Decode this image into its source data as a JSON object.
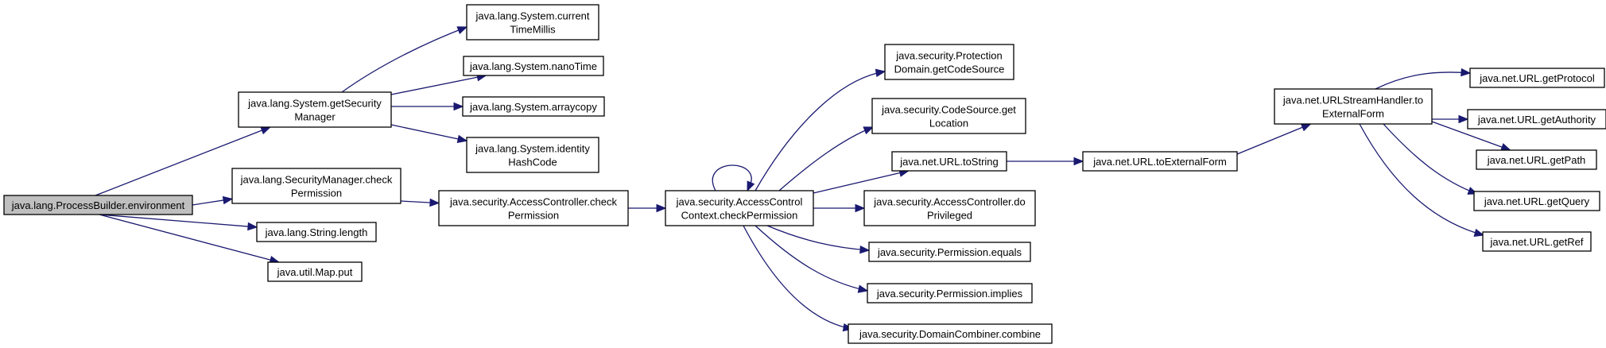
{
  "graph": {
    "root": "java.lang.ProcessBuilder.environment",
    "nodes": [
      {
        "id": "pb_env",
        "lines": [
          "java.lang.ProcessBuilder.environment"
        ],
        "root": true
      },
      {
        "id": "sys_getsm",
        "lines": [
          "java.lang.System.getSecurity",
          "Manager"
        ]
      },
      {
        "id": "sm_checkperm",
        "lines": [
          "java.lang.SecurityManager.check",
          "Permission"
        ]
      },
      {
        "id": "str_length",
        "lines": [
          "java.lang.String.length"
        ]
      },
      {
        "id": "map_put",
        "lines": [
          "java.util.Map.put"
        ]
      },
      {
        "id": "sys_ctm",
        "lines": [
          "java.lang.System.current",
          "TimeMillis"
        ]
      },
      {
        "id": "sys_nano",
        "lines": [
          "java.lang.System.nanoTime"
        ]
      },
      {
        "id": "sys_arraycopy",
        "lines": [
          "java.lang.System.arraycopy"
        ]
      },
      {
        "id": "sys_ihc",
        "lines": [
          "java.lang.System.identity",
          "HashCode"
        ]
      },
      {
        "id": "ac_checkperm",
        "lines": [
          "java.security.AccessController.check",
          "Permission"
        ]
      },
      {
        "id": "acc_checkperm",
        "lines": [
          "java.security.AccessControl",
          "Context.checkPermission"
        ]
      },
      {
        "id": "pd_getcs",
        "lines": [
          "java.security.Protection",
          "Domain.getCodeSource"
        ]
      },
      {
        "id": "cs_getloc",
        "lines": [
          "java.security.CodeSource.get",
          "Location"
        ]
      },
      {
        "id": "url_tostring",
        "lines": [
          "java.net.URL.toString"
        ]
      },
      {
        "id": "ac_dopriv",
        "lines": [
          "java.security.AccessController.do",
          "Privileged"
        ]
      },
      {
        "id": "perm_equals",
        "lines": [
          "java.security.Permission.equals"
        ]
      },
      {
        "id": "perm_implies",
        "lines": [
          "java.security.Permission.implies"
        ]
      },
      {
        "id": "dc_combine",
        "lines": [
          "java.security.DomainCombiner.combine"
        ]
      },
      {
        "id": "url_toext",
        "lines": [
          "java.net.URL.toExternalForm"
        ]
      },
      {
        "id": "ush_toext",
        "lines": [
          "java.net.URLStreamHandler.to",
          "ExternalForm"
        ]
      },
      {
        "id": "url_getprotocol",
        "lines": [
          "java.net.URL.getProtocol"
        ]
      },
      {
        "id": "url_getauthority",
        "lines": [
          "java.net.URL.getAuthority"
        ]
      },
      {
        "id": "url_getpath",
        "lines": [
          "java.net.URL.getPath"
        ]
      },
      {
        "id": "url_getquery",
        "lines": [
          "java.net.URL.getQuery"
        ]
      },
      {
        "id": "url_getref",
        "lines": [
          "java.net.URL.getRef"
        ]
      }
    ],
    "edges": [
      {
        "from": "pb_env",
        "to": "sys_getsm"
      },
      {
        "from": "pb_env",
        "to": "sm_checkperm"
      },
      {
        "from": "pb_env",
        "to": "str_length"
      },
      {
        "from": "pb_env",
        "to": "map_put"
      },
      {
        "from": "sys_getsm",
        "to": "sys_ctm"
      },
      {
        "from": "sys_getsm",
        "to": "sys_nano"
      },
      {
        "from": "sys_getsm",
        "to": "sys_arraycopy"
      },
      {
        "from": "sys_getsm",
        "to": "sys_ihc"
      },
      {
        "from": "sm_checkperm",
        "to": "ac_checkperm"
      },
      {
        "from": "ac_checkperm",
        "to": "acc_checkperm"
      },
      {
        "from": "acc_checkperm",
        "to": "acc_checkperm"
      },
      {
        "from": "acc_checkperm",
        "to": "pd_getcs"
      },
      {
        "from": "acc_checkperm",
        "to": "cs_getloc"
      },
      {
        "from": "acc_checkperm",
        "to": "url_tostring"
      },
      {
        "from": "acc_checkperm",
        "to": "ac_dopriv"
      },
      {
        "from": "acc_checkperm",
        "to": "perm_equals"
      },
      {
        "from": "acc_checkperm",
        "to": "perm_implies"
      },
      {
        "from": "acc_checkperm",
        "to": "dc_combine"
      },
      {
        "from": "url_tostring",
        "to": "url_toext"
      },
      {
        "from": "url_toext",
        "to": "ush_toext"
      },
      {
        "from": "ush_toext",
        "to": "url_getprotocol"
      },
      {
        "from": "ush_toext",
        "to": "url_getauthority"
      },
      {
        "from": "ush_toext",
        "to": "url_getpath"
      },
      {
        "from": "ush_toext",
        "to": "url_getquery"
      },
      {
        "from": "ush_toext",
        "to": "url_getref"
      }
    ]
  },
  "colors": {
    "edge": "#191970",
    "node_border": "#000000",
    "root_fill": "#bfbfbf",
    "node_fill": "#ffffff"
  }
}
